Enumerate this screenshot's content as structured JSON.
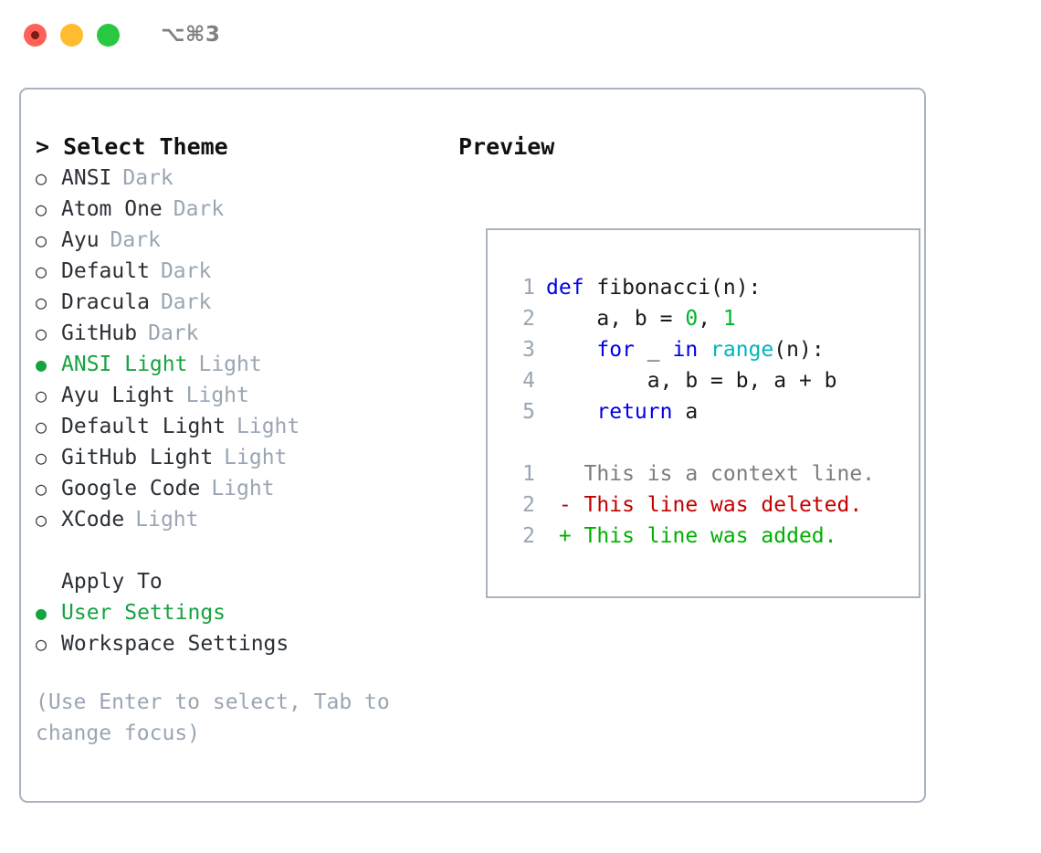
{
  "titlebar": {
    "buttons": [
      {
        "name": "close-button",
        "color": "#ff6058"
      },
      {
        "name": "minimize-button",
        "color": "#febc2e"
      },
      {
        "name": "maximize-button",
        "color": "#28c840"
      }
    ],
    "shortcut": "⌥⌘3"
  },
  "colors": {
    "accent_green": "#15a33f",
    "muted": "#9aa5b4",
    "text": "#2b2f36",
    "border": "#aab3c0",
    "keyword": "#0000e6",
    "function": "#00b5bd",
    "number": "#00b32c",
    "diff_context": "#7d7d7d",
    "diff_deleted": "#c40000",
    "diff_added": "#00b000"
  },
  "theme_panel": {
    "title": "> Select Theme",
    "marker_selected": "●",
    "marker_unselected": "○",
    "options": [
      {
        "label": "ANSI",
        "suffix": "Dark",
        "selected": false
      },
      {
        "label": "Atom One",
        "suffix": "Dark",
        "selected": false
      },
      {
        "label": "Ayu",
        "suffix": "Dark",
        "selected": false
      },
      {
        "label": "Default",
        "suffix": "Dark",
        "selected": false
      },
      {
        "label": "Dracula",
        "suffix": "Dark",
        "selected": false
      },
      {
        "label": "GitHub",
        "suffix": "Dark",
        "selected": false
      },
      {
        "label": "ANSI Light",
        "suffix": "Light",
        "selected": true
      },
      {
        "label": "Ayu Light",
        "suffix": "Light",
        "selected": false
      },
      {
        "label": "Default Light",
        "suffix": "Light",
        "selected": false
      },
      {
        "label": "GitHub Light",
        "suffix": "Light",
        "selected": false
      },
      {
        "label": "Google Code",
        "suffix": "Light",
        "selected": false
      },
      {
        "label": "XCode",
        "suffix": "Light",
        "selected": false
      }
    ]
  },
  "apply_to": {
    "heading": "Apply To",
    "options": [
      {
        "label": "User Settings",
        "selected": true
      },
      {
        "label": "Workspace Settings",
        "selected": false
      }
    ]
  },
  "hint": "(Use Enter to select, Tab to change focus)",
  "preview": {
    "title": "Preview",
    "code_lines": [
      {
        "num": "1",
        "tokens": [
          {
            "t": "def ",
            "c": "kw"
          },
          {
            "t": "fibonacci(n):",
            "c": "plain"
          }
        ]
      },
      {
        "num": "2",
        "tokens": [
          {
            "t": "    a, b = ",
            "c": "plain"
          },
          {
            "t": "0",
            "c": "num"
          },
          {
            "t": ", ",
            "c": "plain"
          },
          {
            "t": "1",
            "c": "num"
          }
        ]
      },
      {
        "num": "3",
        "tokens": [
          {
            "t": "    ",
            "c": "plain"
          },
          {
            "t": "for",
            "c": "kw"
          },
          {
            "t": " _ ",
            "c": "plain"
          },
          {
            "t": "in",
            "c": "kw"
          },
          {
            "t": " ",
            "c": "plain"
          },
          {
            "t": "range",
            "c": "fn"
          },
          {
            "t": "(n):",
            "c": "plain"
          }
        ]
      },
      {
        "num": "4",
        "tokens": [
          {
            "t": "        a, b = b, a + b",
            "c": "plain"
          }
        ]
      },
      {
        "num": "5",
        "tokens": [
          {
            "t": "    ",
            "c": "plain"
          },
          {
            "t": "return",
            "c": "kw"
          },
          {
            "t": " a",
            "c": "plain"
          }
        ]
      }
    ],
    "diff_lines": [
      {
        "num": "1",
        "sign": " ",
        "text": "This is a context line.",
        "kind": "ctx"
      },
      {
        "num": "2",
        "sign": "-",
        "text": "This line was deleted.",
        "kind": "del"
      },
      {
        "num": "2",
        "sign": "+",
        "text": "This line was added.",
        "kind": "add"
      }
    ]
  }
}
